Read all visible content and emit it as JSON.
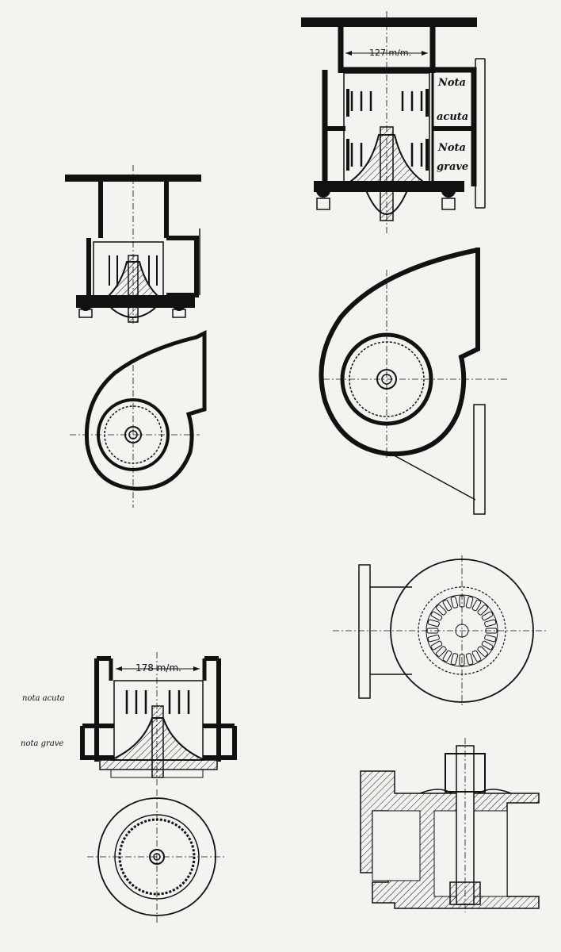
{
  "labels": {
    "dim_top": "127 m/m.",
    "dim_bottom": "178 m/m.",
    "nota_acuta_1": "Nota",
    "nota_acuta_2": "acuta",
    "nota_grave_1": "Nota",
    "nota_grave_2": "grave",
    "nota_acuta_lower": "nota acuta",
    "nota_grave_lower": "nota grave"
  },
  "colors": {
    "paper": "#f4f3f0",
    "ink": "#111111"
  }
}
